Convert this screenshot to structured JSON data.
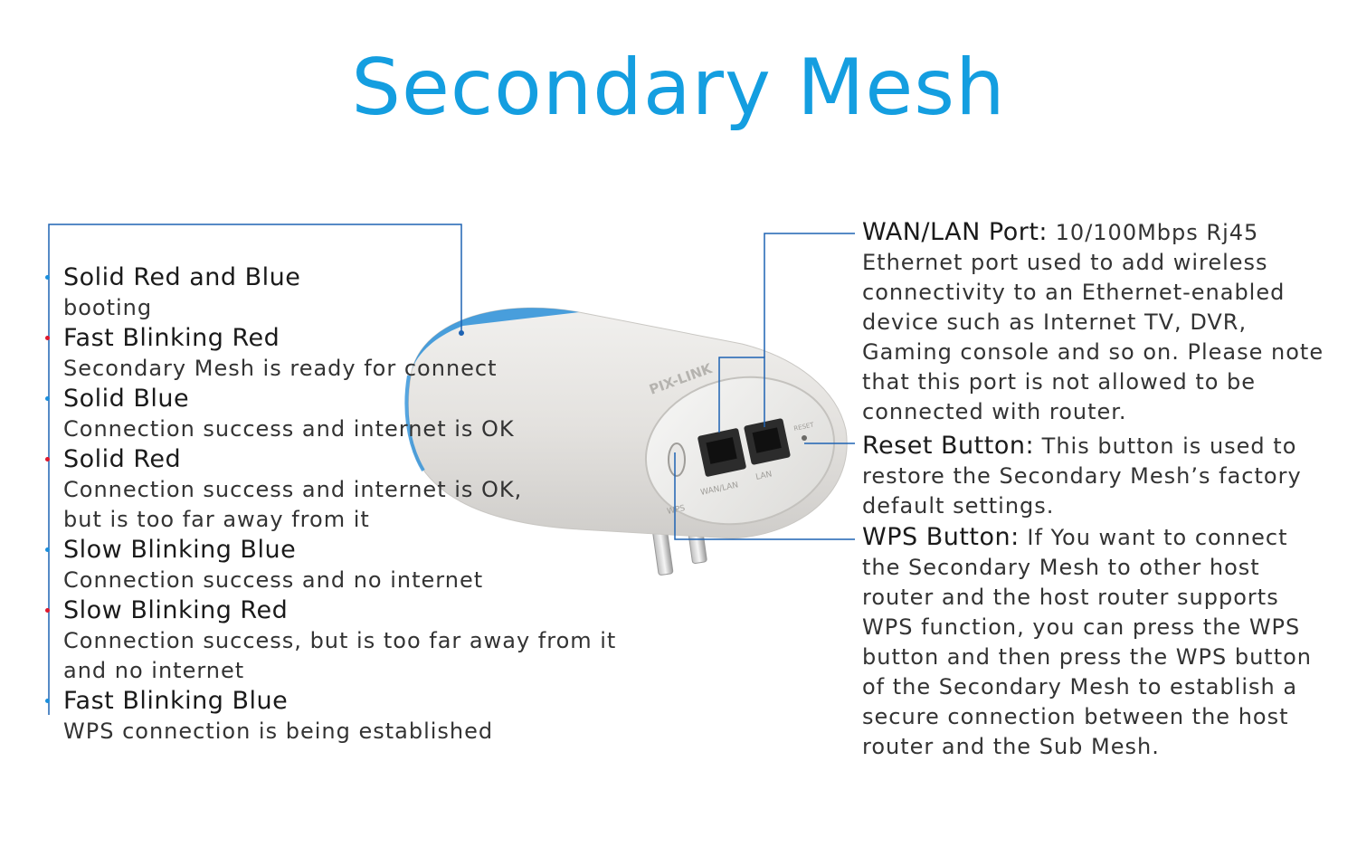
{
  "title": "Secondary Mesh",
  "colors": {
    "accent": "#149ee0",
    "red": "#e0192d",
    "blue": "#1c8fdc",
    "line": "#1e63b3"
  },
  "led_states": [
    {
      "name": "Solid Red and Blue",
      "desc": "booting",
      "dot": "blue"
    },
    {
      "name": "Fast Blinking Red",
      "desc": "Secondary Mesh is ready for connect",
      "dot": "red"
    },
    {
      "name": "Solid Blue",
      "desc": "Connection success and internet is OK",
      "dot": "blue"
    },
    {
      "name": "Solid Red",
      "desc": "Connection success and internet is OK,\nbut is too far away from it",
      "dot": "red"
    },
    {
      "name": "Slow Blinking Blue",
      "desc": "Connection success and no internet",
      "dot": "blue"
    },
    {
      "name": "Slow Blinking Red",
      "desc": "Connection success, but is too far away from it\nand no internet",
      "dot": "red"
    },
    {
      "name": "Fast Blinking Blue",
      "desc": "WPS connection is being established",
      "dot": "blue"
    }
  ],
  "device": {
    "brand": "PIX-LINK",
    "label_wps": "WPS",
    "label_wanlan": "WAN/LAN",
    "label_lan": "LAN",
    "label_reset": "RESET"
  },
  "wan_lan": {
    "heading": "WAN/LAN Port:",
    "lead": " 10/100Mbps Rj45",
    "text": "Ethernet port used to add wireless connectivity to an Ethernet-enabled device such as Internet TV, DVR, Gaming console and so on. Please note that this port is not allowed to be connected with router."
  },
  "reset": {
    "heading": "Reset Button:",
    "text": " This button is used to restore the Secondary Mesh’s factory default settings."
  },
  "wps": {
    "heading": "WPS Button:",
    "text": " If You want to connect the Secondary Mesh to other host router and the host router supports WPS function, you can press the WPS button and then press the WPS button of the Secondary Mesh to establish a secure connection between the host router and the Sub Mesh."
  }
}
